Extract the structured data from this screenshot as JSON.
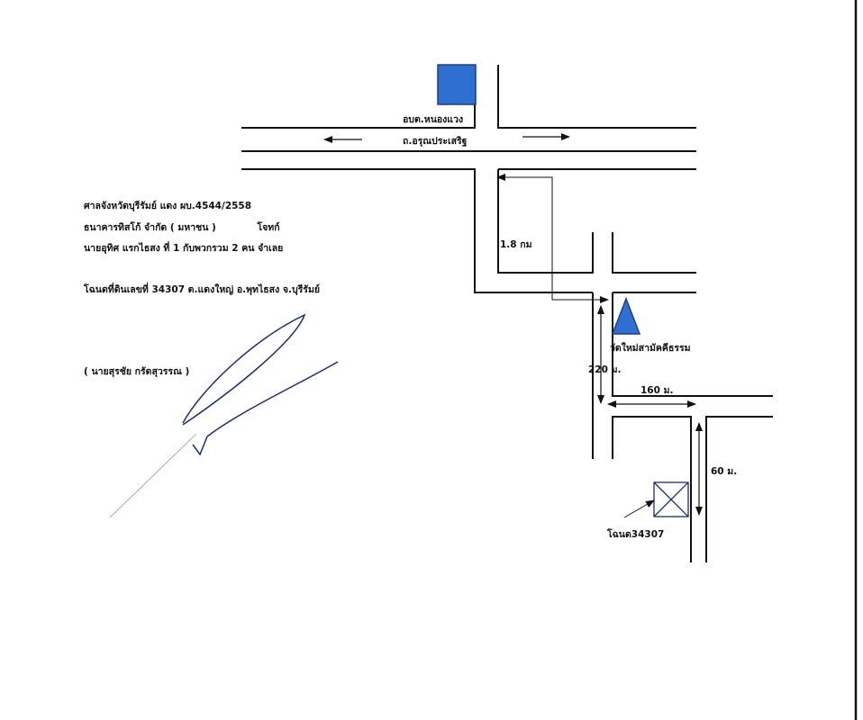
{
  "map": {
    "labels": {
      "office": "อบต.หนองแวง",
      "road": "ถ.อรุณประเสริฐ",
      "distance_main": "1.8 กม",
      "temple": "วัดใหม่สามัคคีธรรม",
      "dist_220": "220 ม.",
      "dist_160": "160 ม.",
      "dist_60": "60 ม.",
      "parcel": "โฉนด34307"
    },
    "colors": {
      "marker_fill": "#2f6fd1",
      "marker_stroke": "#1a3f8a",
      "road_line": "#111111",
      "signature": "#1c2f6e"
    }
  },
  "notes": {
    "court_case": "ศาลจังหวัดบุรีรัมย์ แดง ผบ.4544/2558",
    "plaintiff_name": "ธนาคารทิสโก้ จำกัด ( มหาชน )",
    "plaintiff_role": "โจทก์",
    "defendant": "นายอุทิศ แรกไธสง ที่ 1 กับพวกรวม 2 คน จำเลย",
    "title_deed": "โฉนดที่ดินเลขที่ 34307 ต.แดงใหญ่ อ.พุทไธสง จ.บุรีรัมย์",
    "signer": "( นายสุรชัย กรัดสุวรรณ )"
  },
  "icons": {
    "office_marker": "blue-square-icon",
    "temple_marker": "blue-triangle-icon",
    "parcel_marker": "crossed-box-icon"
  }
}
